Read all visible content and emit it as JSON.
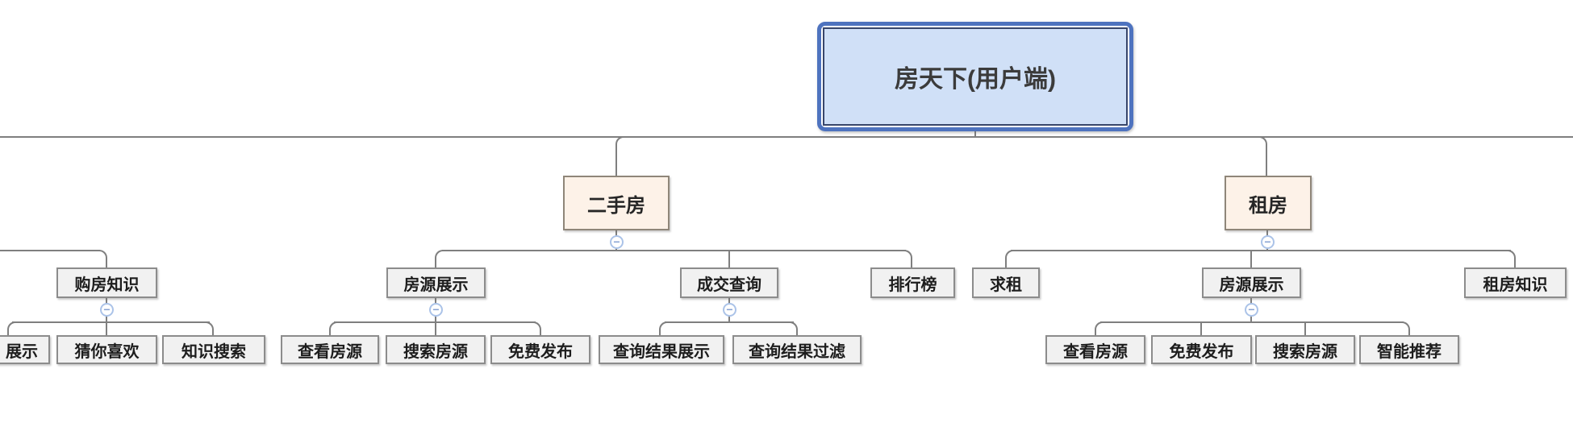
{
  "icons": {
    "collapse": "−"
  },
  "colors": {
    "root_border": "#4e73bf",
    "root_inner_border": "#38466b",
    "root_fill": "#d0e0f7",
    "branch_fill": "#fdf2e8",
    "branch_border": "#8f8679",
    "node_fill": "#f1f1f1",
    "node_border": "#8c8c8c",
    "connector": "#7f7f7f"
  },
  "root": {
    "label": "房天下(用户端)"
  },
  "left_branch": {
    "node": {
      "label": "购房知识"
    },
    "children": [
      {
        "label": "展示"
      },
      {
        "label": "猜你喜欢"
      },
      {
        "label": "知识搜索"
      }
    ]
  },
  "secondhand": {
    "node": {
      "label": "二手房"
    },
    "children": [
      {
        "label": "房源展示"
      },
      {
        "label": "成交查询"
      },
      {
        "label": "排行榜"
      }
    ],
    "listing_children": [
      {
        "label": "查看房源"
      },
      {
        "label": "搜索房源"
      },
      {
        "label": "免费发布"
      }
    ],
    "deal_children": [
      {
        "label": "查询结果展示"
      },
      {
        "label": "查询结果过滤"
      }
    ]
  },
  "rent": {
    "node": {
      "label": "租房"
    },
    "children": [
      {
        "label": "求租"
      },
      {
        "label": "房源展示"
      },
      {
        "label": "租房知识"
      }
    ],
    "listing_children": [
      {
        "label": "查看房源"
      },
      {
        "label": "免费发布"
      },
      {
        "label": "搜索房源"
      },
      {
        "label": "智能推荐"
      }
    ]
  }
}
